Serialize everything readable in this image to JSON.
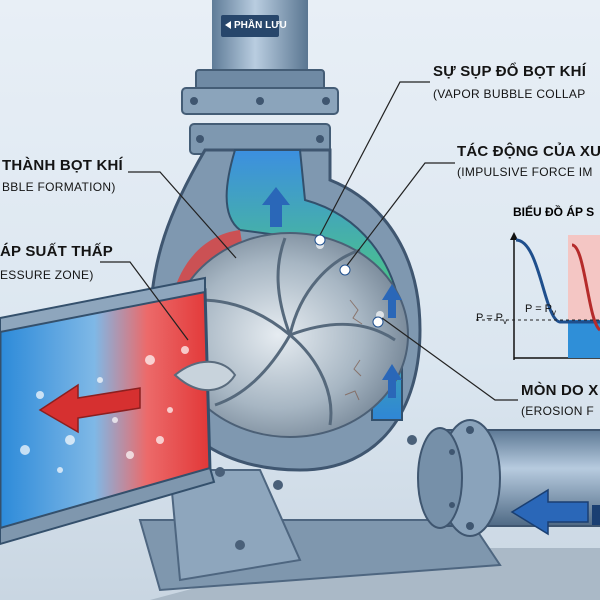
{
  "pipe_tag": "PHẦN LƯU",
  "labels": {
    "collapse": {
      "vi": "SỰ SỤP ĐỔ BỌT KHÍ",
      "en": "(VAPOR BUBBLE COLLAP"
    },
    "impulse": {
      "vi": "TÁC ĐỘNG CỦA XU",
      "en": "(IMPULSIVE FORCE IM"
    },
    "formation": {
      "vi": "THÀNH BỌT KHÍ",
      "en": "BBLE FORMATION)"
    },
    "low_pressure": {
      "vi": "ÁP SUẤT THẤP",
      "en": "ESSURE ZONE)"
    },
    "erosion": {
      "vi": "MÒN DO X",
      "en": "(EROSION F"
    }
  },
  "pressure_chart": {
    "title": "BIỂU ĐỒ ÁP S",
    "pv_left": "P = P",
    "pv_mid": "P = P",
    "pv_sub": "v",
    "colors": {
      "high": "#d8423c",
      "low": "#2f8fd8"
    }
  },
  "colors": {
    "metal": "#8fa8bf",
    "metal_dark": "#5d7891",
    "flow_hot": "#e43b3b",
    "flow_cold": "#3a89d6",
    "flow_green": "#45c06a",
    "arrow_blue": "#2a67b8",
    "arrow_red": "#d63030"
  },
  "icons": {
    "outlet_arrow": "arrow-up-icon",
    "inlet_arrow": "arrow-left-icon",
    "suction_arrow": "arrow-left-icon"
  }
}
